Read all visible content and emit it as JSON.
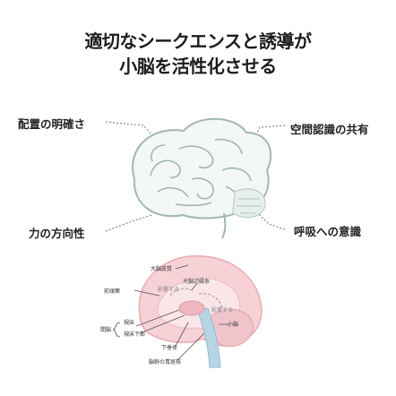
{
  "title": {
    "line1": "適切なシークエンスと誘導が",
    "line2": "小脳を活性化させる"
  },
  "labels": {
    "top_left": "配置の明確さ",
    "top_right": "空間認識の共有",
    "bottom_left": "力の方向性",
    "bottom_right": "呼吸への意識"
  },
  "anatomy": {
    "cortex": "大脳皮質",
    "limbic": "大脳辺縁系",
    "frontal": "前頭葉",
    "feedback1": "影響する",
    "feedback2": "影響する",
    "diencephalon": "間脳",
    "thalamus": "視床",
    "hypothalamus": "視床下部",
    "cerebellum": "小脳",
    "pituitary": "下垂体",
    "brainstem": "脳幹の青斑核"
  },
  "colors": {
    "brain_outline": "#9fb8b0",
    "brain_fill": "#f3f7f6",
    "cerebellum_hatch": "#c9d9d4",
    "anat_cortex": "#f3c6cc",
    "anat_inner": "#f8e1e4",
    "anat_stem": "#a9cde0",
    "line": "#555555"
  }
}
